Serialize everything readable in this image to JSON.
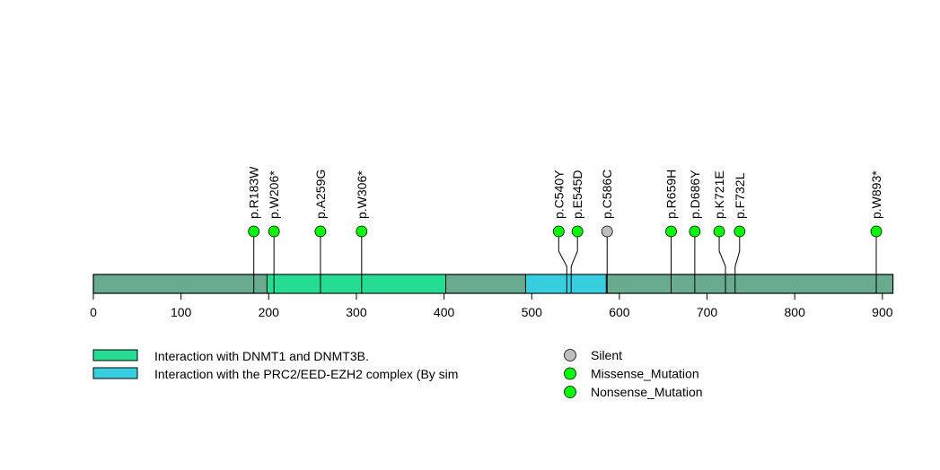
{
  "chart_data": {
    "type": "lollipop",
    "protein_length": 912,
    "xlim": [
      0,
      912
    ],
    "x_ticks": [
      0,
      100,
      200,
      300,
      400,
      500,
      600,
      700,
      800,
      900
    ],
    "backbone_color": "#69AB8E",
    "domains": [
      {
        "name": "Interaction with DNMT1 and DNMT3B.",
        "start": 198,
        "end": 402,
        "color": "#26DB92"
      },
      {
        "name": "Interaction with the PRC2/EED-EZH2 complex (By sim",
        "start": 493,
        "end": 585,
        "color": "#37CEDF"
      }
    ],
    "mutations": [
      {
        "label": "p.R183W",
        "pos": 183,
        "type": "Missense_Mutation"
      },
      {
        "label": "p.W206*",
        "pos": 206,
        "type": "Nonsense_Mutation"
      },
      {
        "label": "p.A259G",
        "pos": 259,
        "type": "Missense_Mutation"
      },
      {
        "label": "p.W306*",
        "pos": 306,
        "type": "Nonsense_Mutation"
      },
      {
        "label": "p.C540Y",
        "pos": 540,
        "type": "Missense_Mutation"
      },
      {
        "label": "p.E545D",
        "pos": 545,
        "type": "Missense_Mutation"
      },
      {
        "label": "p.C586C",
        "pos": 586,
        "type": "Silent"
      },
      {
        "label": "p.R659H",
        "pos": 659,
        "type": "Missense_Mutation"
      },
      {
        "label": "p.D686Y",
        "pos": 686,
        "type": "Missense_Mutation"
      },
      {
        "label": "p.K721E",
        "pos": 721,
        "type": "Missense_Mutation"
      },
      {
        "label": "p.F732L",
        "pos": 732,
        "type": "Missense_Mutation"
      },
      {
        "label": "p.W893*",
        "pos": 893,
        "type": "Nonsense_Mutation"
      }
    ],
    "mutation_legend": [
      {
        "label": "Silent",
        "color": "#BEBEBE"
      },
      {
        "label": "Missense_Mutation",
        "color": "#00FF00"
      },
      {
        "label": "Nonsense_Mutation",
        "color": "#00FF00"
      }
    ]
  }
}
